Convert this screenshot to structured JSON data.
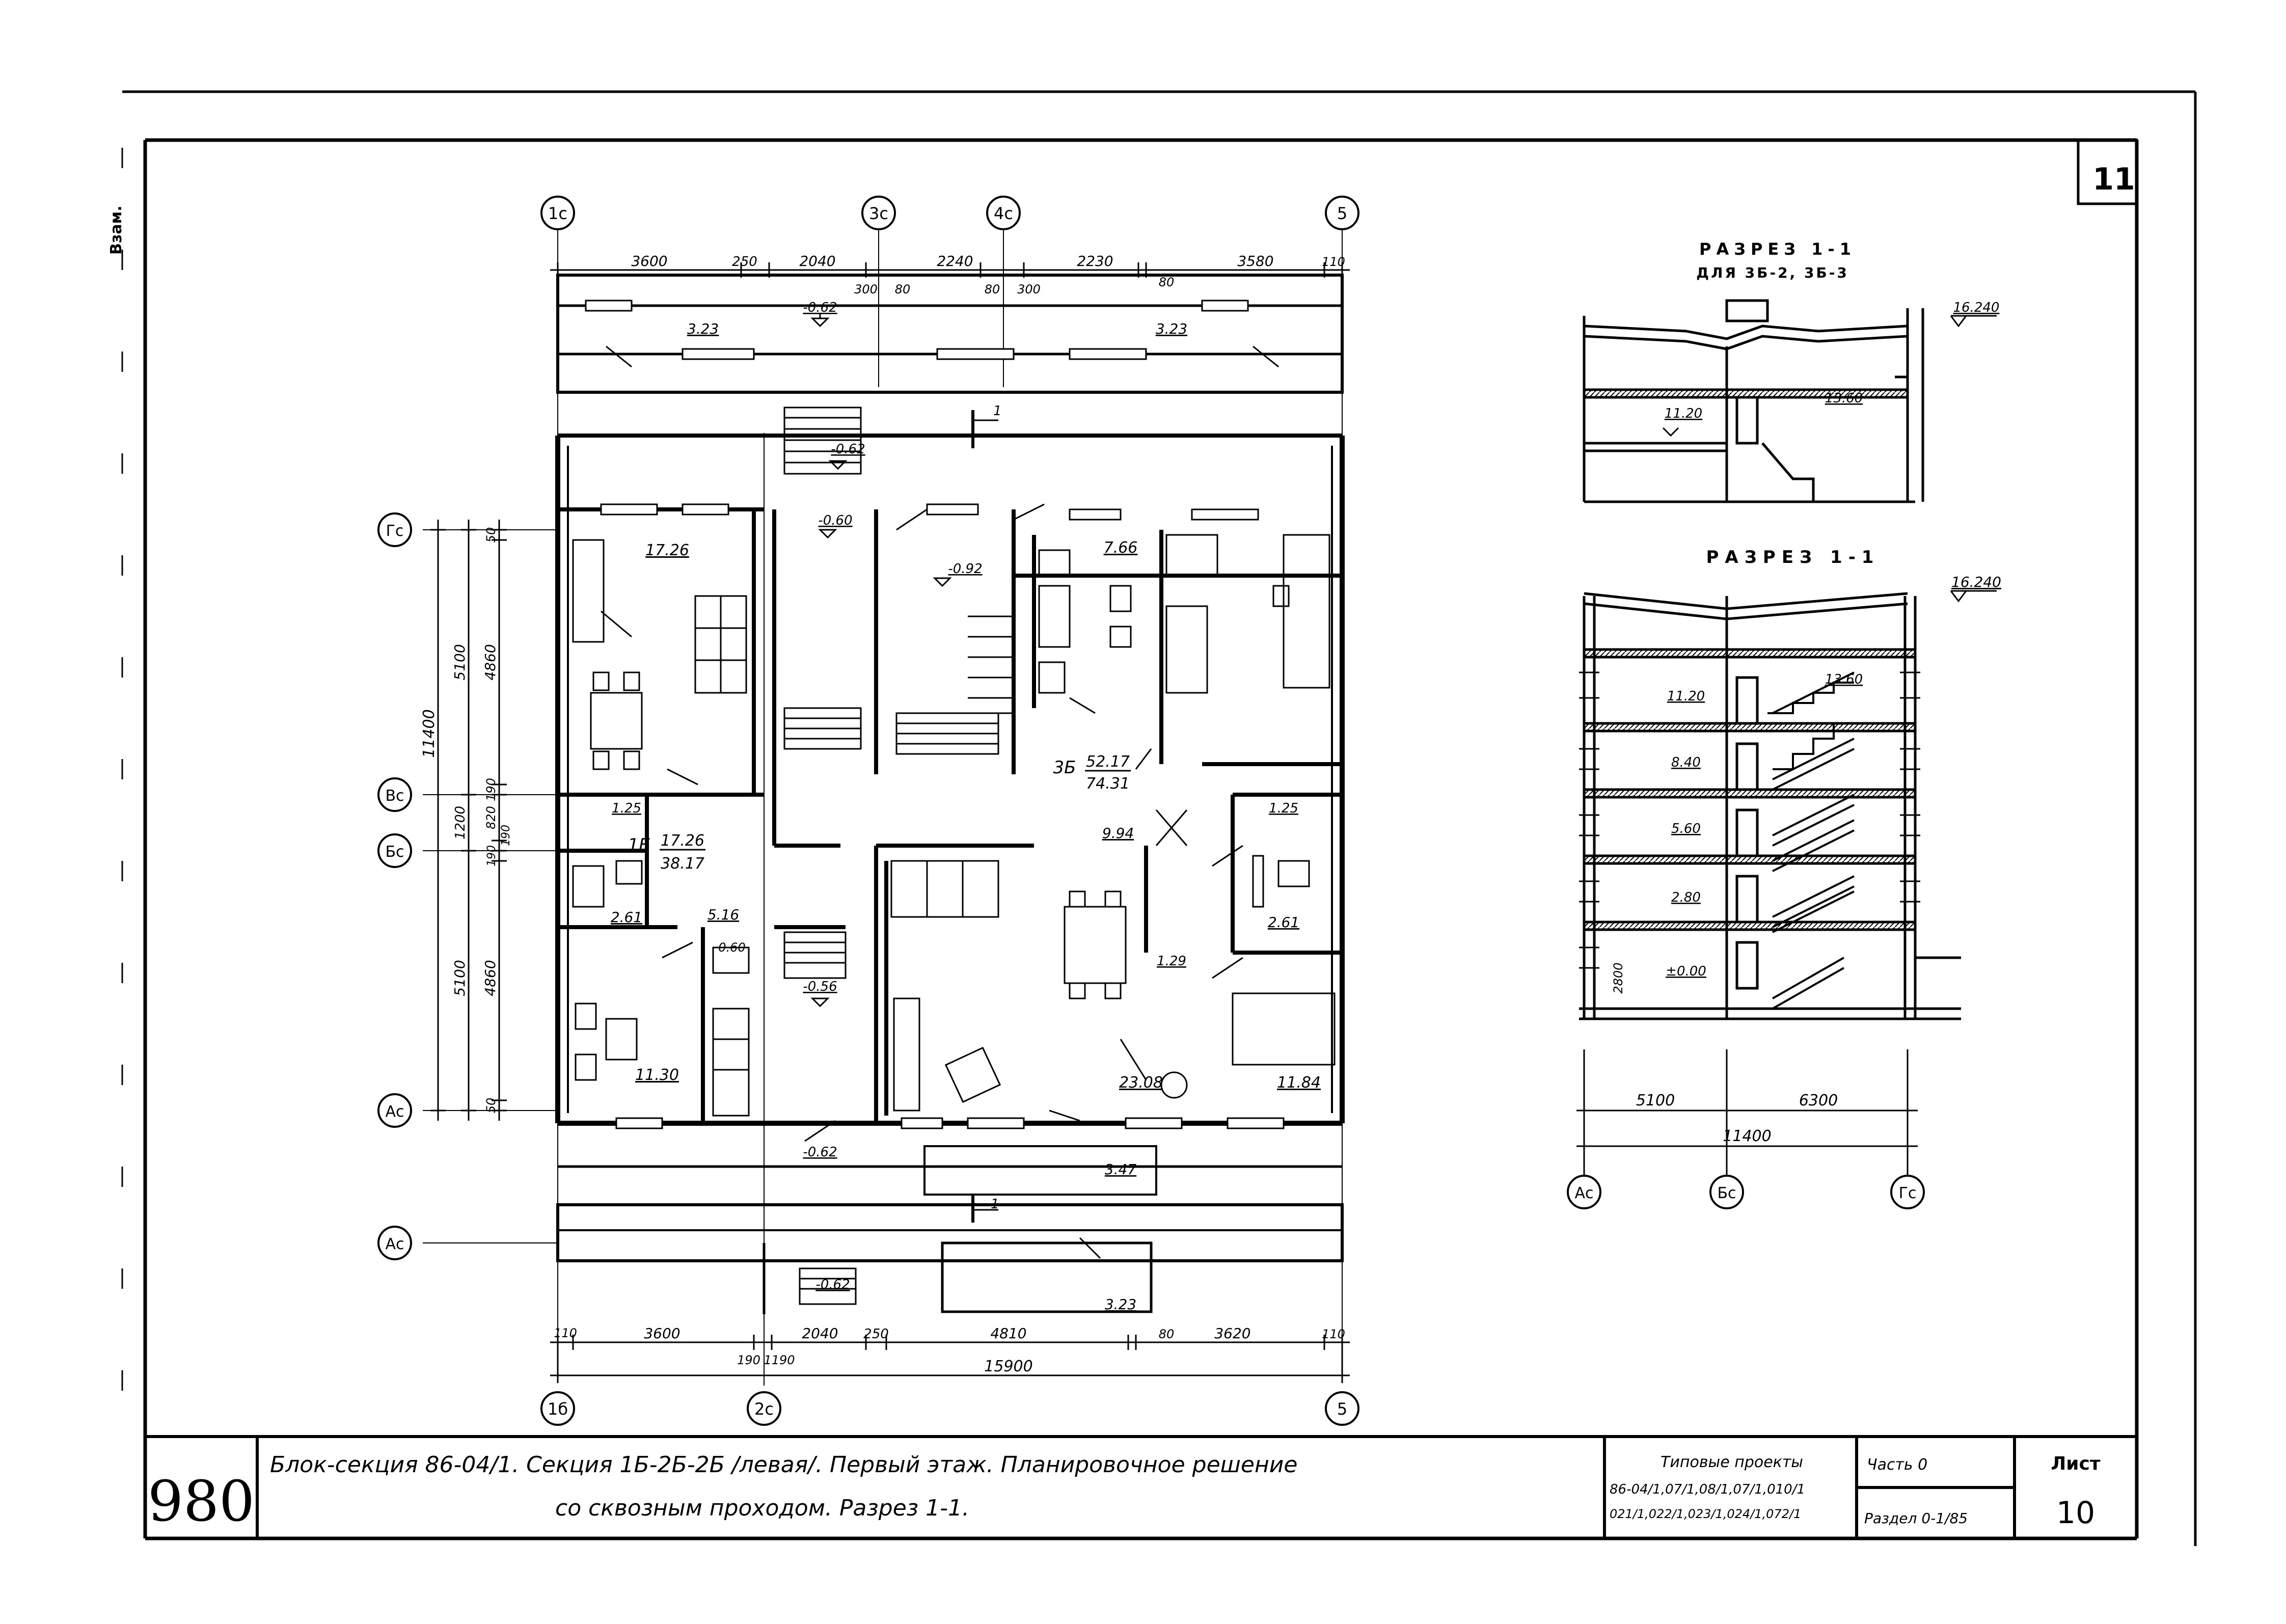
{
  "sheet": {
    "corner_number": "11",
    "stamp_label": "Взам."
  },
  "plan": {
    "top_axes": {
      "a1": "1c",
      "a3": "3c",
      "a4": "4c",
      "a5": "5"
    },
    "bottom_axes": {
      "a1": "1б",
      "a2": "2c",
      "a5": "5"
    },
    "left_axes": {
      "g": "Гс",
      "v": "Вс",
      "b": "Бс",
      "a": "Ас",
      "a2": "Ас"
    },
    "top_dims": [
      "3600",
      "250",
      "2040",
      "300",
      "80",
      "2240",
      "80",
      "300",
      "2230",
      "80",
      "3580",
      "110"
    ],
    "bottom_dims": [
      "110",
      "3600",
      "2040",
      "250",
      "4810",
      "80",
      "3620",
      "110"
    ],
    "bottom_sub": [
      "190",
      "1190"
    ],
    "total_width": "15900",
    "left_dims_inner": [
      "50",
      "4860",
      "190",
      "820",
      "190",
      "190",
      "4860",
      "50"
    ],
    "left_dims_outer": [
      "5100",
      "1200",
      "5100"
    ],
    "left_total": "11400",
    "rooms": {
      "balcony_tl": "3.23",
      "balcony_tr": "3.23",
      "living_tl": "17.26",
      "kitchen_tr": "7.66",
      "bath_l": "1.25",
      "wc_l": "2.61",
      "hall_l": "5.16",
      "closet_l": "0.60",
      "kitchen_bl": "11.30",
      "hall_c": "9.94",
      "closet_c": "1.29",
      "bath_r": "1.25",
      "wc_r": "2.61",
      "living_bc": "23.08",
      "bedroom_br": "11.84",
      "loggia_b": "3.47",
      "balcony_b": "3.23"
    },
    "apt_1b": {
      "label": "1Б",
      "living": "17.26",
      "total": "38.17"
    },
    "apt_3b": {
      "label": "3Б",
      "living": "52.17",
      "total": "74.31"
    },
    "levels": [
      "-0.62",
      "-0.62",
      "-0.60",
      "-0.92",
      "-0.56",
      "-0.62",
      "-0.62"
    ],
    "cut_mark": "1"
  },
  "section_small": {
    "title": "РАЗРЕЗ 1-1",
    "subtitle": "ДЛЯ 3Б-2, 3Б-3",
    "levels": {
      "top": "16.240",
      "right": "13.60",
      "left": "11.20"
    }
  },
  "section_large": {
    "title": "РАЗРЕЗ 1-1",
    "levels": {
      "top": "16.240",
      "l1": "11.20",
      "l2": "8.40",
      "l3": "5.60",
      "l4": "2.80",
      "l5": "±0.00",
      "right": "13.60",
      "height": "2800"
    },
    "dims": {
      "left": "5100",
      "right": "6300",
      "total": "11400"
    },
    "axes": {
      "a": "Ас",
      "b": "Бс",
      "g": "Гс"
    }
  },
  "title_block": {
    "sheet_code": "980",
    "title_line1": "Блок-секция 86-04/1. Секция 1Б-2Б-2Б /левая/. Первый этаж. Планировочное решение",
    "title_line2": "со сквозным проходом. Разрез 1-1.",
    "projects_header": "Типовые проекты",
    "projects_line1": "86-04/1,07/1,08/1,07/1,010/1",
    "projects_line2": "021/1,022/1,023/1,024/1,072/1",
    "part_label": "Часть 0",
    "section_label": "Раздел 0-1/85",
    "list_label": "Лист",
    "list_number": "10"
  }
}
